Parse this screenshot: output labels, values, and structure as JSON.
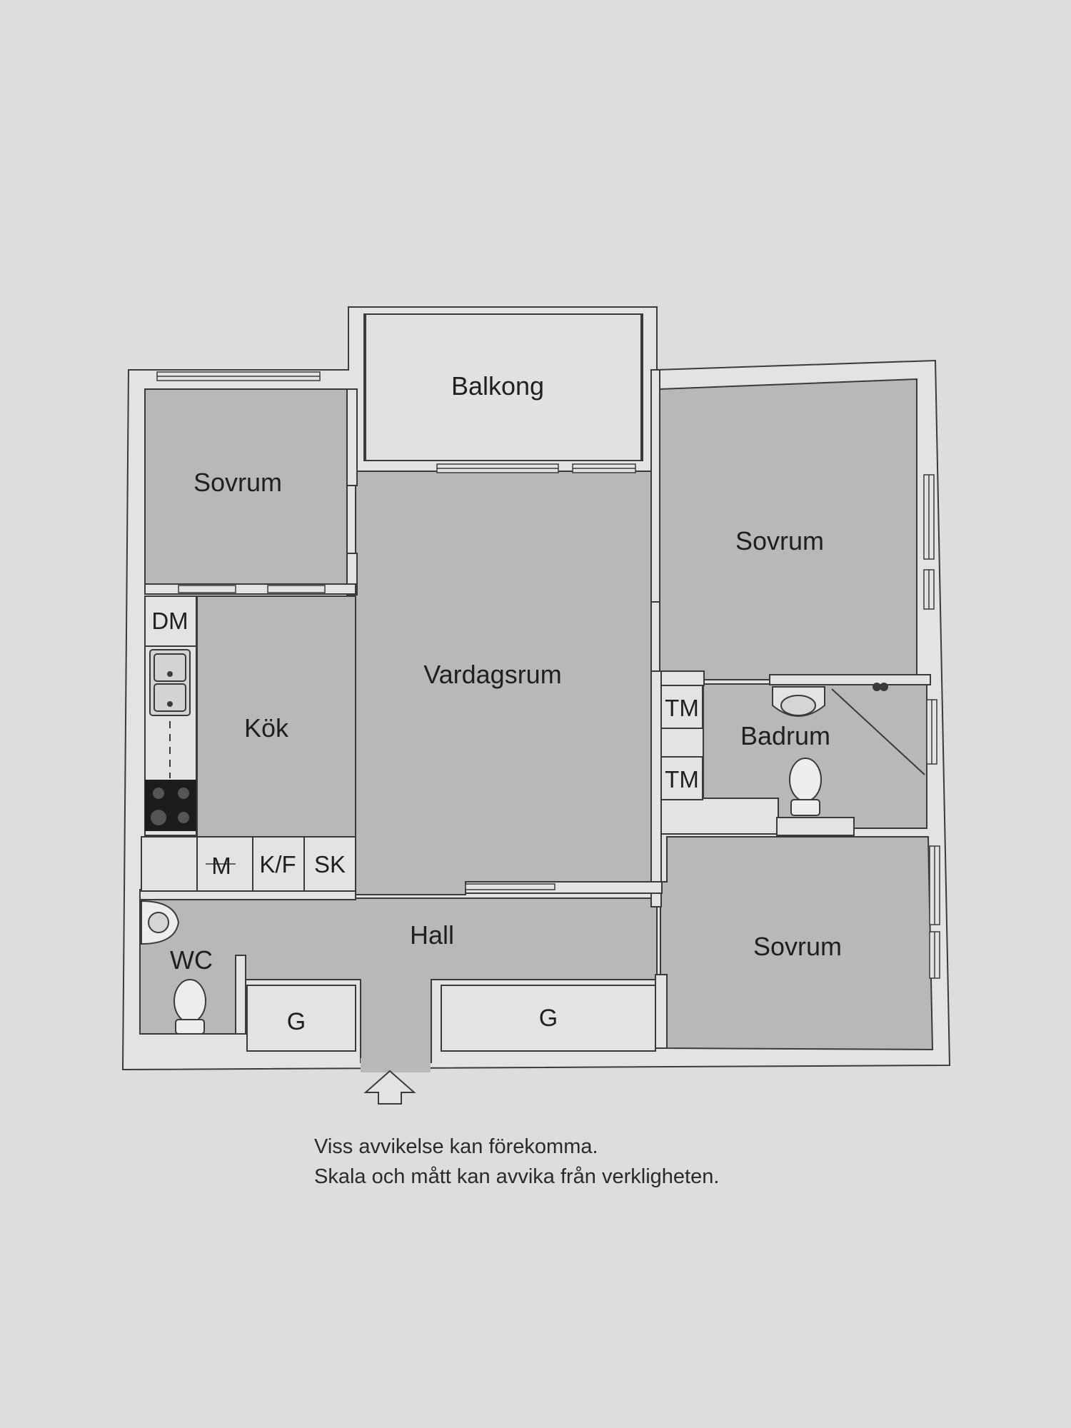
{
  "colors": {
    "paper": "#dcdedd",
    "room_fill": "#b7b9b8",
    "balcony_fill": "#e0e2e1",
    "wall_fill": "#e2e4e3",
    "line": "#3a3a3a",
    "text": "#1f1f1f"
  },
  "rooms": {
    "balkong": "Balkong",
    "sovrum_nw": "Sovrum",
    "sovrum_ne": "Sovrum",
    "sovrum_se": "Sovrum",
    "vardagsrum": "Vardagsrum",
    "kok": "Kök",
    "badrum": "Badrum",
    "hall": "Hall",
    "wc": "WC",
    "garderob_left": "G",
    "garderob_right": "G"
  },
  "fixtures": {
    "dishwasher": "DM",
    "microwave": "M",
    "fridge_freezer": "K/F",
    "cabinet": "SK",
    "washer_1": "TM",
    "washer_2": "TM"
  },
  "icons": {
    "entrance": "entrance-arrow-icon",
    "sink": "double-sink-icon",
    "stove": "stove-icon",
    "toilet": "toilet-icon",
    "washbasin": "washbasin-icon"
  },
  "notes": {
    "line1": "Viss avvikelse kan förekomma.",
    "line2": "Skala och mått kan avvika från verkligheten."
  }
}
